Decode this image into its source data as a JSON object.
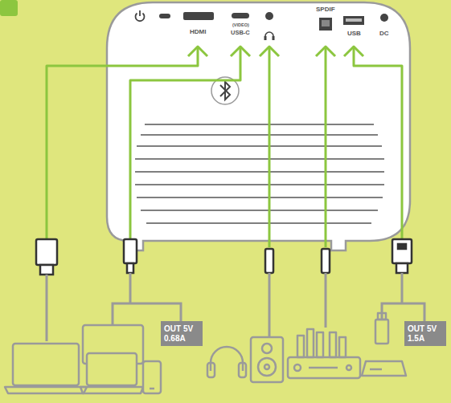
{
  "diagram": {
    "nodes": [
      {
        "text": [
          "OUT 5V 0.68A"
        ]
      },
      {
        "text": [
          "OUT 5V 1.5A"
        ]
      }
    ],
    "labels": [
      "HDMI",
      "(VIDEO)",
      "USB-C",
      "SPDIF",
      "USB",
      "DC"
    ]
  }
}
